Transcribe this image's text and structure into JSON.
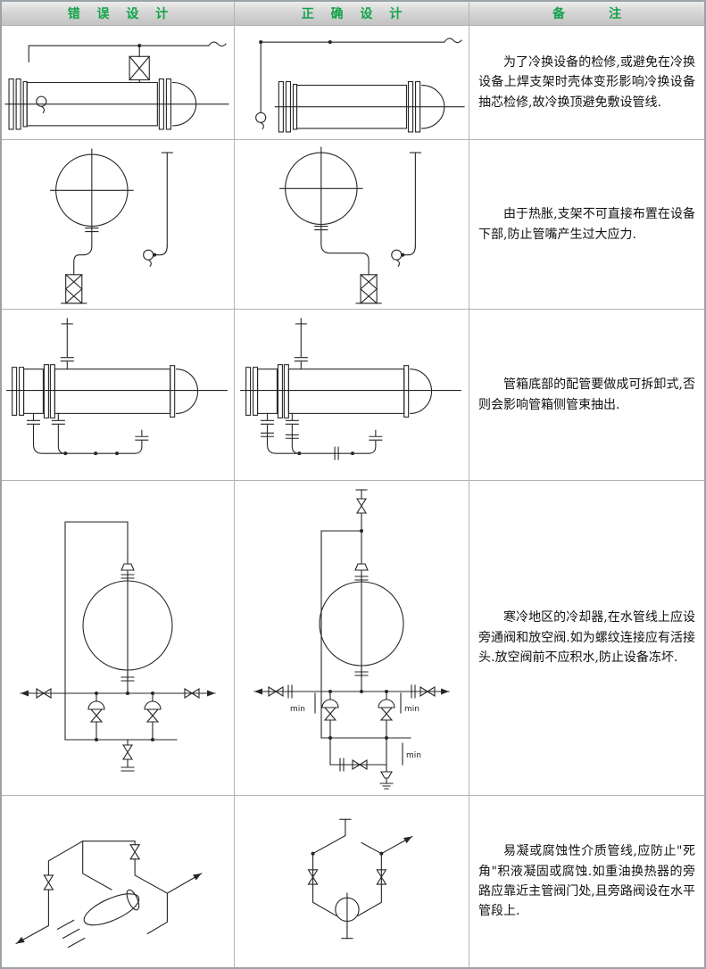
{
  "colors": {
    "header_text_green": "#12a34a",
    "table_border": "#9aa4a8",
    "cell_border": "#b3b3b3",
    "diagram_line": "#262626"
  },
  "table": {
    "headers": [
      {
        "label": "错 误 设 计"
      },
      {
        "label": "正 确 设 计"
      },
      {
        "label": "备　　注"
      }
    ],
    "rows": [
      {
        "note": "为了冷换设备的检修,或避免在冷换设备上焊支架时壳体变形影响冷换设备抽芯检修,故冷换顶避免敷设管线."
      },
      {
        "note": "由于热胀,支架不可直接布置在设备下部,防止管嘴产生过大应力."
      },
      {
        "note": "管箱底部的配管要做成可拆卸式,否则会影响管箱侧管束抽出."
      },
      {
        "note": "寒冷地区的冷却器,在水管线上应设旁通阀和放空阀.如为螺纹连接应有活接头.放空阀前不应积水,防止设备冻坏."
      },
      {
        "note": "易凝或腐蚀性介质管线,应防止\"死角\"积液凝固或腐蚀.如重油换热器的旁路应靠近主管阀门处,且旁路阀设在水平管段上."
      }
    ]
  },
  "annotations": {
    "min_label": "min"
  }
}
